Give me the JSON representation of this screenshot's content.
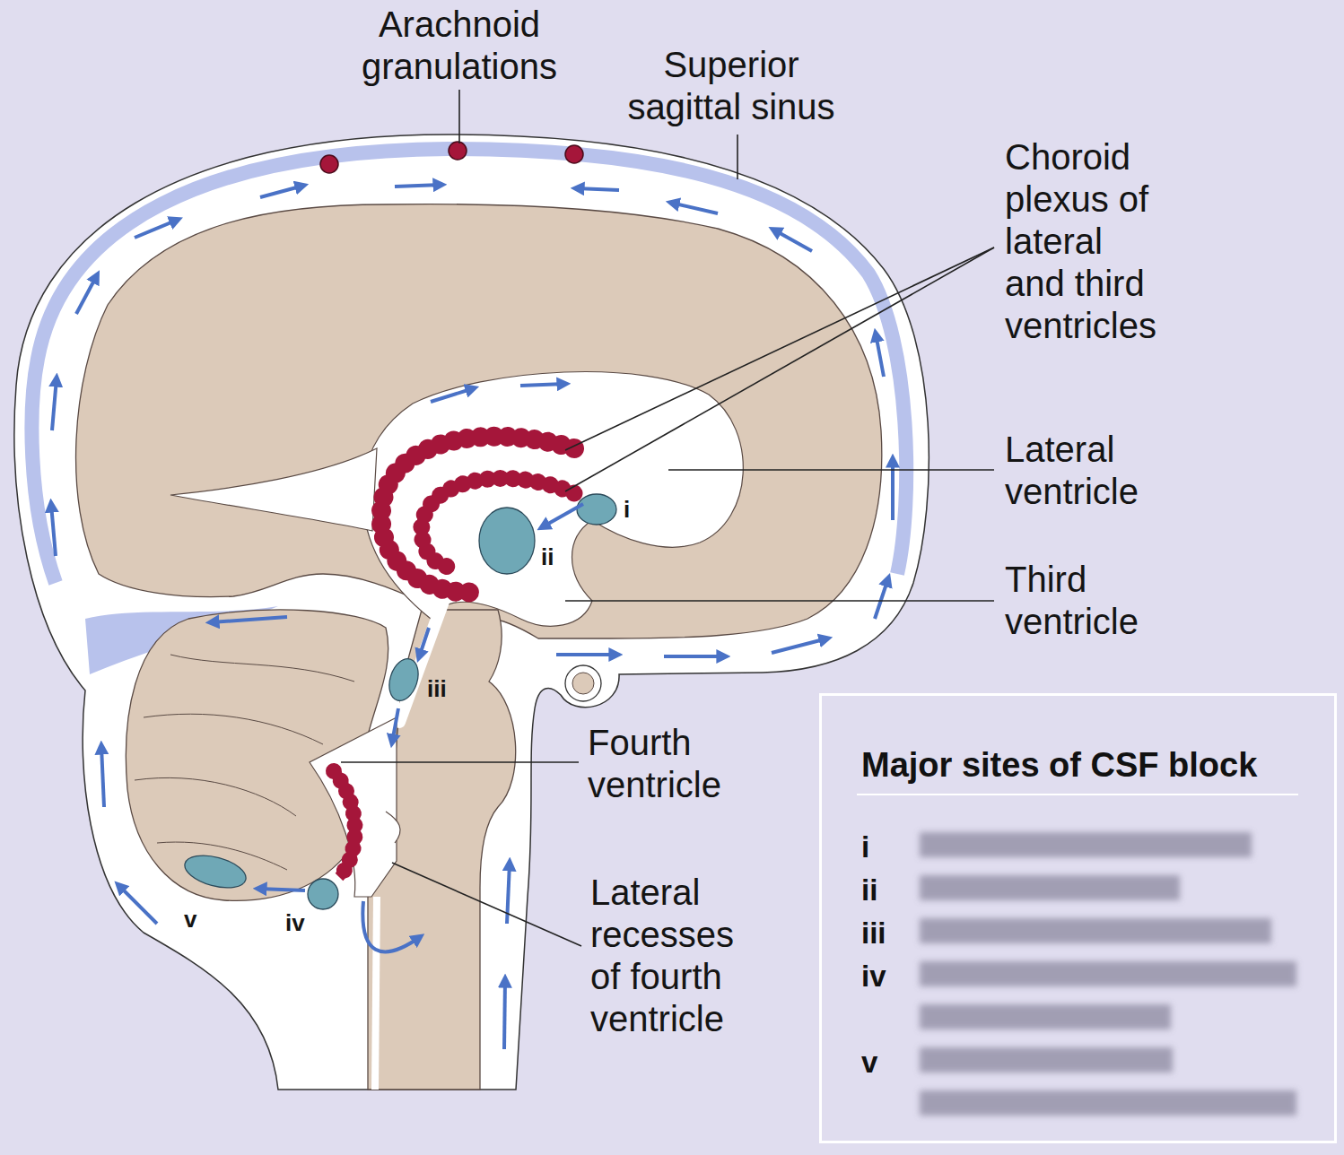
{
  "diagram": {
    "nodes": [
      {
        "text": [
          "Major sites of CSF block",
          "i",
          "ii",
          "iii",
          "iv",
          "v"
        ]
      }
    ],
    "labels": [
      "Arachnoid granulations",
      "Superior sagittal sinus",
      "Choroid plexus of lateral and third ventricles",
      "Lateral ventricle",
      "Third ventricle",
      "Fourth ventricle",
      "Lateral recesses of fourth ventricle",
      "i",
      "ii",
      "iii",
      "iv",
      "v"
    ]
  }
}
